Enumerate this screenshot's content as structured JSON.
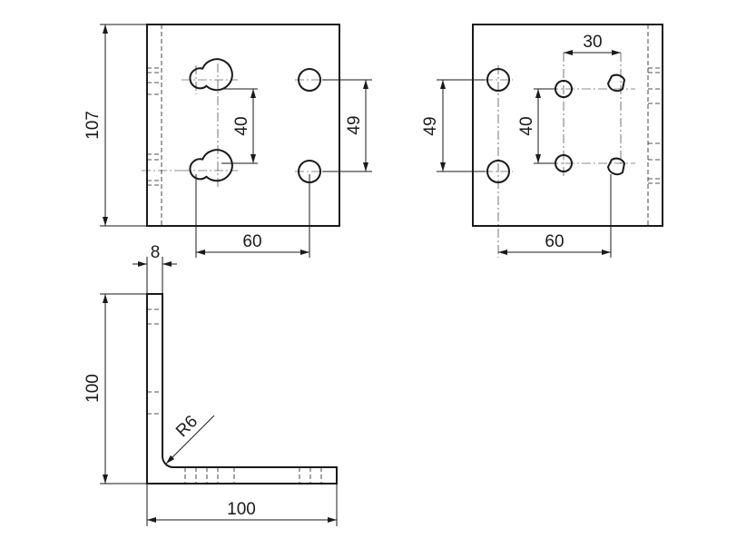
{
  "drawing": {
    "line_color": "#1a1a1a",
    "background": "#ffffff"
  },
  "views": {
    "front": {
      "dims": {
        "height": "107",
        "hole_spacing_v": "49",
        "keyhole_spacing_v": "40",
        "hole_spacing_h": "60"
      }
    },
    "side": {
      "dims": {
        "hole_spacing_v": "49",
        "slot_spacing_v": "40",
        "slot_spacing_h": "30",
        "hole_spacing_h": "60"
      }
    },
    "profile": {
      "dims": {
        "thickness": "8",
        "height": "100",
        "width": "100",
        "bend_radius": "R6"
      }
    }
  }
}
